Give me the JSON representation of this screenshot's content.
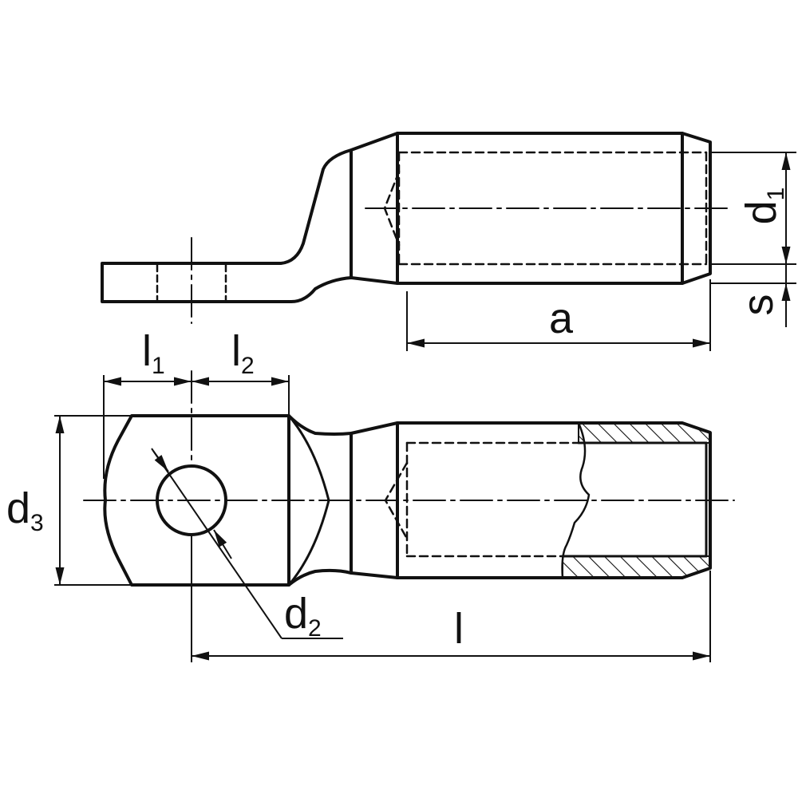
{
  "drawing": {
    "line_color": "#111111",
    "background": "#ffffff",
    "labels": {
      "d1": {
        "base": "d",
        "sub": "1"
      },
      "s": {
        "text": "s"
      },
      "a": {
        "text": "a"
      },
      "l1": {
        "base": "l",
        "sub": "1"
      },
      "l2": {
        "base": "l",
        "sub": "2"
      },
      "d3": {
        "base": "d",
        "sub": "3"
      },
      "d2": {
        "base": "d",
        "sub": "2"
      },
      "l": {
        "text": "l"
      }
    }
  }
}
